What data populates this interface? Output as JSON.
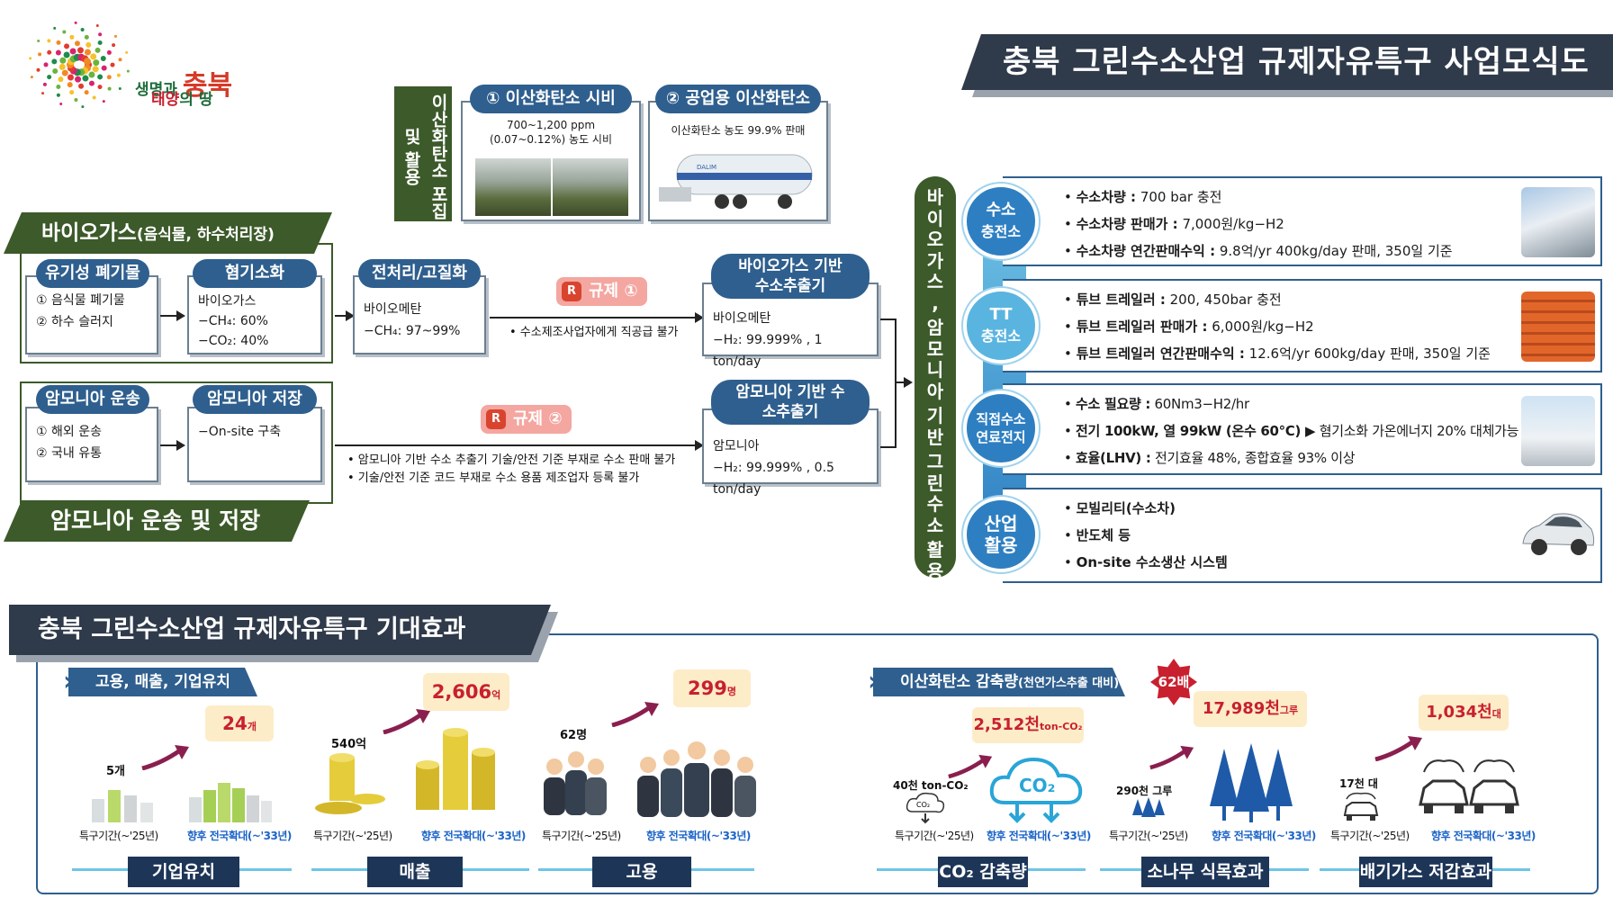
{
  "logo": {
    "line1_a": "생명과",
    "line1_b": "충북",
    "line2_a": "태양",
    "line2_b": "의 땅"
  },
  "main_title": "충북 그린수소산업 규제자유특구 사업모식도",
  "capture": {
    "vertical_label": "이산화탄소 포집 및 활용",
    "items": [
      {
        "title": "① 이산화탄소 시비",
        "line1": "700~1,200 ppm",
        "line2": "(0.07~0.12%) 농도 시비"
      },
      {
        "title": "② 공업용 이산화탄소",
        "line1": "이산화탄소 농도 99.9% 판매",
        "truck_text": "DALIM"
      }
    ]
  },
  "biogas": {
    "banner": "바이오가스",
    "banner_sub": "(음식물, 하수처리장)",
    "organic": {
      "title": "유기성 폐기물",
      "lines": [
        "① 음식물 폐기물",
        "② 하수 슬러지"
      ]
    },
    "anaerobic": {
      "title": "혐기소화",
      "lines": [
        "바이오가스",
        "−CH₄: 60%",
        "−CO₂: 40%"
      ]
    },
    "pretreat": {
      "title": "전처리/고질화",
      "lines": [
        "바이오메탄",
        "−CH₄: 97~99%"
      ]
    },
    "regulation": "규제 ①",
    "reg_note": "• 수소제조사업자에게 직공급 불가",
    "extractor": {
      "title": "바이오가스 기반 수소추출기",
      "lines": [
        "바이오메탄",
        "−H₂: 99.999% , 1 ton/day"
      ]
    }
  },
  "ammonia": {
    "banner": "암모니아 운송 및 저장",
    "transport": {
      "title": "암모니아 운송",
      "lines": [
        "① 해외 운송",
        "② 국내 유통"
      ]
    },
    "storage": {
      "title": "암모니아 저장",
      "lines": [
        "−On-site 구축"
      ]
    },
    "regulation": "규제 ②",
    "reg_notes": [
      "• 암모니아 기반 수소 추출기 기술/안전 기준 부재로 수소 판매 불가",
      "• 기술/안전 기준 코드 부재로 수소 용품 제조업자 등록 불가"
    ],
    "extractor": {
      "title": "암모니아 기반 수소추출기",
      "lines": [
        "암모니아",
        "−H₂: 99.999% , 0.5 ton/day"
      ]
    }
  },
  "vertical_column": "바이오가스, 암모니아 기반 그린수소 활용",
  "applications": [
    {
      "circle": [
        "수소",
        "충전소"
      ],
      "lines": [
        {
          "b": "수소차량 :",
          "t": " 700 bar 충전"
        },
        {
          "b": "수소차량 판매가 :",
          "t": " 7,000원/kg−H2"
        },
        {
          "b": "수소차량 연간판매수익 :",
          "t": " 9.8억/yr    400kg/day 판매, 350일 기준"
        }
      ]
    },
    {
      "circle": [
        "TT",
        "충전소"
      ],
      "lines": [
        {
          "b": "튜브 트레일러 :",
          "t": " 200,  450bar  충전"
        },
        {
          "b": "튜브 트레일러 판매가 :",
          "t": " 6,000원/kg−H2"
        },
        {
          "b": "튜브 트레일러 연간판매수익 :",
          "t": " 12.6억/yr    600kg/day 판매, 350일 기준"
        }
      ]
    },
    {
      "circle": [
        "직접수소",
        "연료전지"
      ],
      "lines": [
        {
          "b": "수소 필요량 :",
          "t": " 60Nm3−H2/hr"
        },
        {
          "b": "전기 100kW, 열 99kW (온수 60℃) ▶",
          "t": "  혐기소화 가온에너지 20% 대체가능"
        },
        {
          "b": "효율(LHV) :",
          "t": " 전기효율 48%, 종합효율 93% 이상"
        }
      ]
    },
    {
      "circle": [
        "산업",
        "활용"
      ],
      "lines": [
        {
          "b": "모빌리티(수소차)",
          "t": ""
        },
        {
          "b": "반도체 등",
          "t": ""
        },
        {
          "b": "On-site 수소생산 시스템",
          "t": ""
        }
      ]
    }
  ],
  "effects": {
    "title": "충북 그린수소산업 규제자유특구 기대효과",
    "left_ribbon": "고용, 매출, 기업유치",
    "right_ribbon": "이산화탄소 감축량",
    "right_ribbon_sub": "(천연가스추출 대비)",
    "badge": "62배",
    "period_now": "특구기간(~'25년)",
    "period_future": "향후 전국확대(~'33년)",
    "groups": [
      {
        "label": "기업유치",
        "now": "5개",
        "future_num": "24",
        "future_unit": "개"
      },
      {
        "label": "매출",
        "now": "540억",
        "future_num": "2,606",
        "future_unit": "억"
      },
      {
        "label": "고용",
        "now": "62명",
        "future_num": "299",
        "future_unit": "명"
      },
      {
        "label": "CO₂ 감축량",
        "now": "40천 ton-CO₂",
        "future_num": "2,512천",
        "future_unit": "ton-CO₂"
      },
      {
        "label": "소나무 식목효과",
        "now": "290천 그루",
        "future_num": "17,989천",
        "future_unit": "그루"
      },
      {
        "label": "배기가스 저감효과",
        "now": "17천 대",
        "future_num": "1,034천",
        "future_unit": "대"
      }
    ],
    "co2_icon_text": "CO₂"
  },
  "colors": {
    "dark_green": "#3c5a2a",
    "navy": "#2f3a4a",
    "blue": "#2f5f8e",
    "accent_red": "#c8202f",
    "sky": "#6fc4e6"
  }
}
